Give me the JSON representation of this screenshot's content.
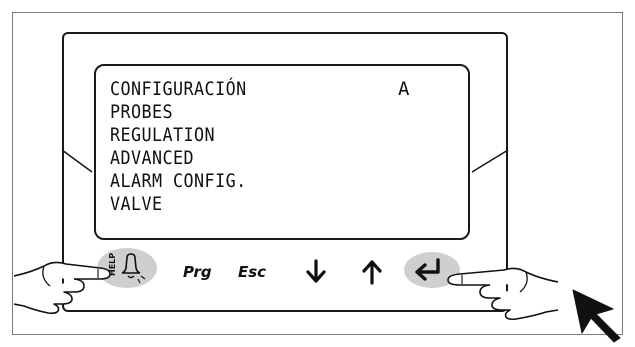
{
  "lcd": {
    "indicator": "A",
    "menu_items": [
      "CONFIGURACIÓN",
      "PROBES",
      "REGULATION",
      "ADVANCED",
      "ALARM CONFIG.",
      "VALVE"
    ]
  },
  "keypad": {
    "help_label": "HELP",
    "prg_label": "Prg",
    "esc_label": "Esc",
    "help_icon": "bell-icon",
    "down_icon": "arrow-down-icon",
    "up_icon": "arrow-up-icon",
    "enter_icon": "enter-icon"
  },
  "colors": {
    "outline": "#1a1a1a",
    "button_highlight": "#cfcfcf"
  }
}
